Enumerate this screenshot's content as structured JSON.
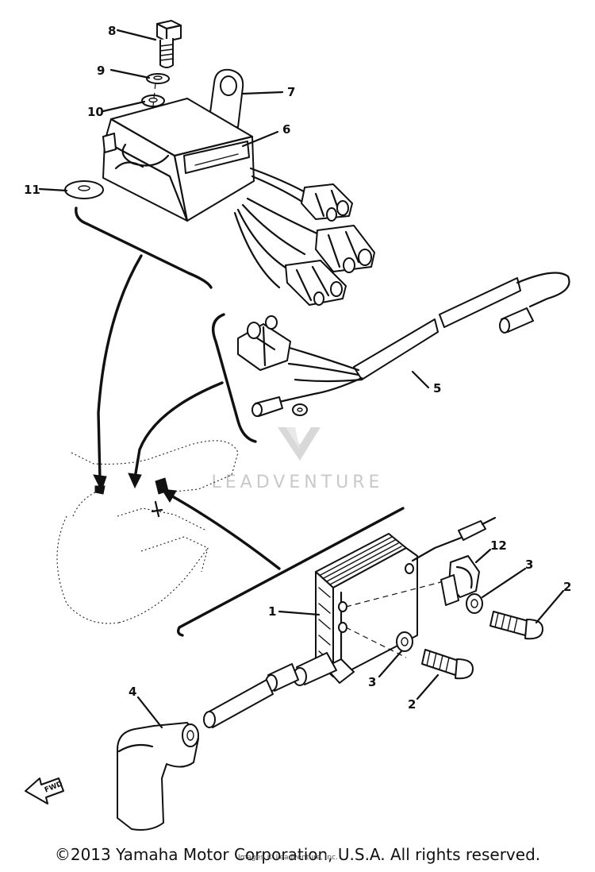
{
  "callouts": {
    "c1": "1",
    "c2a": "2",
    "c2b": "2",
    "c3a": "3",
    "c3b": "3",
    "c4": "4",
    "c5": "5",
    "c6": "6",
    "c7": "7",
    "c8": "8",
    "c9": "9",
    "c10": "10",
    "c11": "11",
    "c12": "12"
  },
  "watermark": "LEADVENTURE",
  "fwd_label": "FWD",
  "footer": {
    "copyright": "©2013 Yamaha Motor Corporation, U.S.A. All rights reserved.",
    "credit": "Images © Leadventure, Inc."
  }
}
